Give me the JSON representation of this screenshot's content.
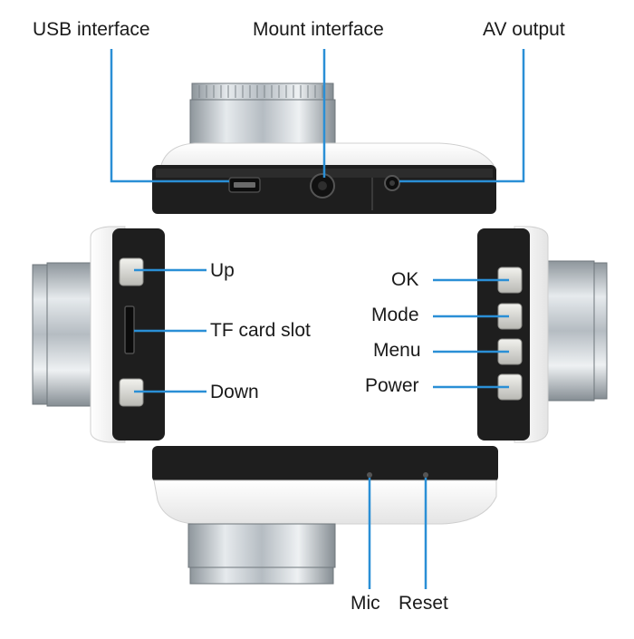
{
  "labels": {
    "usb_interface": "USB interface",
    "mount_interface": "Mount interface",
    "av_output": "AV output",
    "up": "Up",
    "tf_card_slot": "TF card slot",
    "down": "Down",
    "ok": "OK",
    "mode": "Mode",
    "menu": "Menu",
    "power": "Power",
    "mic": "Mic",
    "reset": "Reset"
  },
  "colors": {
    "leader_line": "#2a8fd6",
    "body_white": "#f4f4f4",
    "body_black": "#1c1c1c",
    "lens_silver": "#c9cfd4",
    "button_face": "#dcdcd8"
  }
}
